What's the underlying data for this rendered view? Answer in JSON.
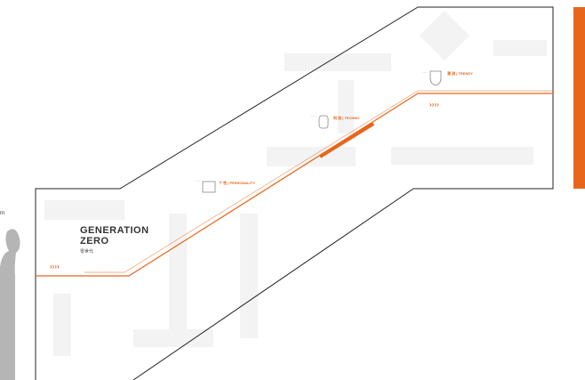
{
  "scale_label": "m",
  "title": "GENERATION ZERO",
  "subtitle": "零世代",
  "milestones": [
    {
      "label": "个 性 | PERSONALITY",
      "marker": "···"
    },
    {
      "label": "科 技 | TECHNO",
      "marker": "···"
    },
    {
      "label": "潮 流 | TRENDY",
      "marker": "···"
    }
  ],
  "chevrons": "››››",
  "colors": {
    "accent": "#e8661c",
    "outline": "#222222",
    "pattern": "#f2f2f2",
    "figure": "#b5b5b5"
  }
}
